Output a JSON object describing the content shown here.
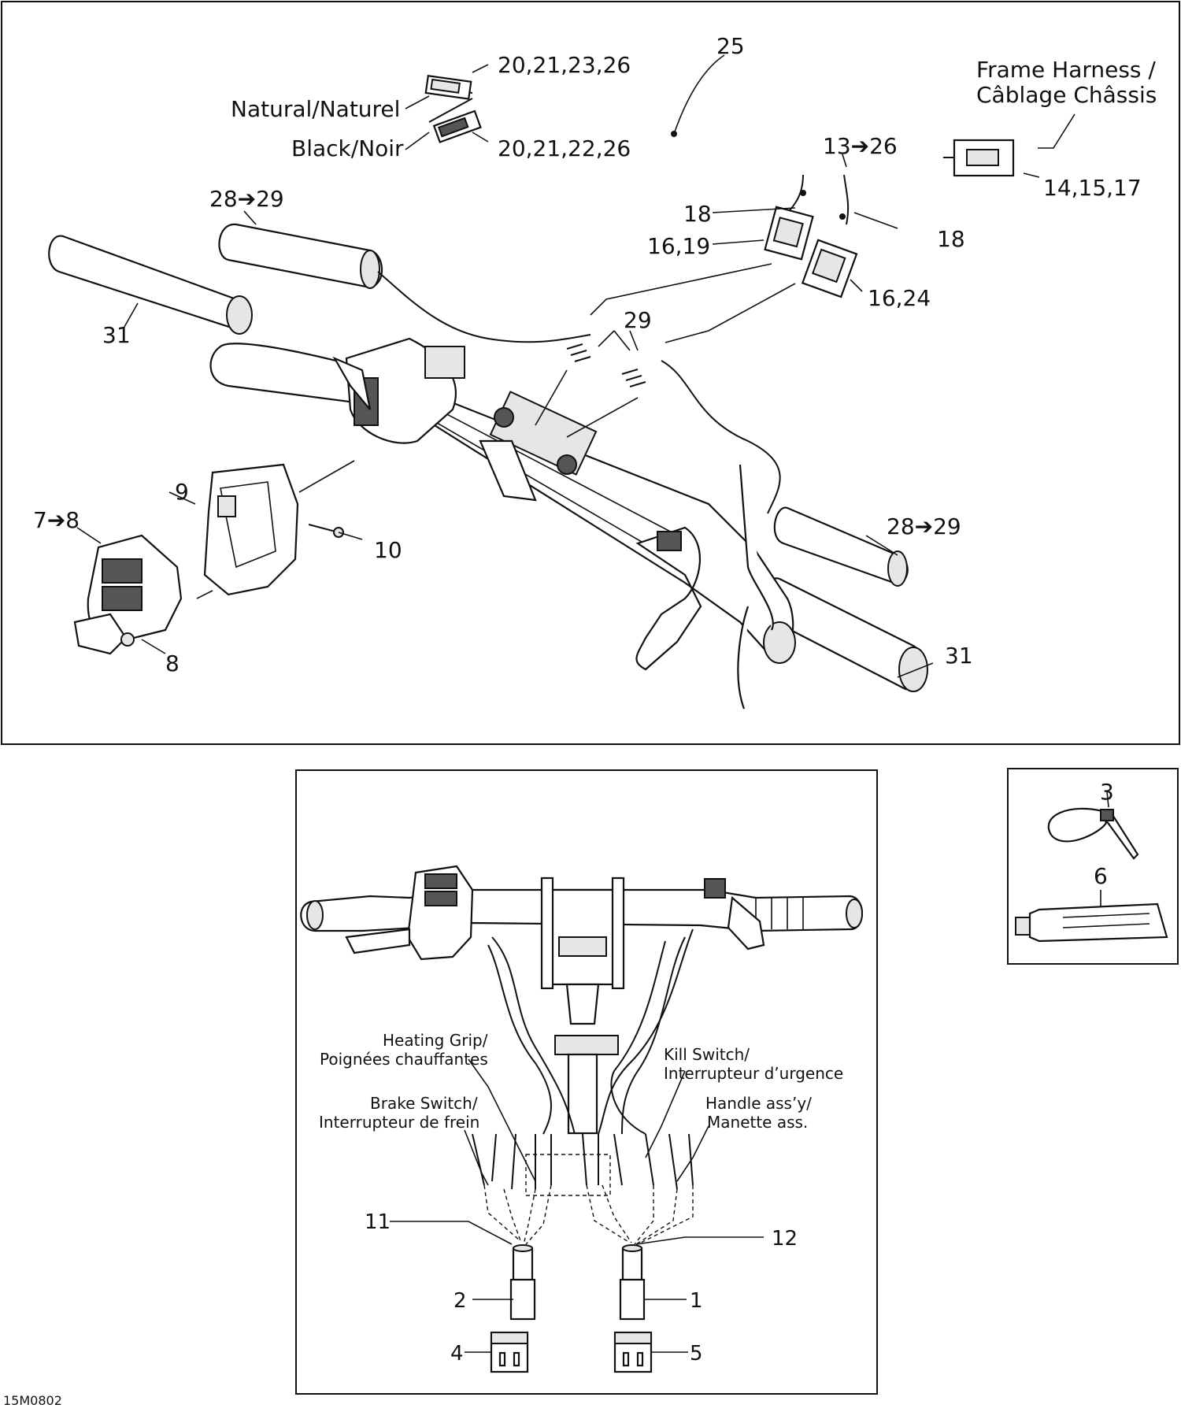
{
  "diagram_code": "15M0802",
  "callouts": {
    "c25": "25",
    "connectors_natural": "20,21,23,26",
    "connectors_black": "20,21,22,26",
    "natural": "Natural/Naturel",
    "black": "Black/Noir",
    "frame_harness_1": "Frame Harness /",
    "frame_harness_2": "Câblage Châssis",
    "c13_26": "13➔26",
    "c14_15_17": "14,15,17",
    "c18_left": "18",
    "c18_right": "18",
    "c16_19": "16,19",
    "c16_24": "16,24",
    "c28_29_left": "28➔29",
    "c28_29_right": "28➔29",
    "c29": "29",
    "c31_left": "31",
    "c31_right": "31",
    "c9": "9",
    "c7_8": "7➔8",
    "c10": "10",
    "c8": "8",
    "c3": "3",
    "c6": "6",
    "c11": "11",
    "c12": "12",
    "c2": "2",
    "c1": "1",
    "c4": "4",
    "c5": "5"
  },
  "inset_labels": {
    "heating_1": "Heating Grip/",
    "heating_2": "Poignées chauffantes",
    "kill_1": "Kill Switch/",
    "kill_2": "Interrupteur d’urgence",
    "brake_1": "Brake Switch/",
    "brake_2": "Interrupteur de frein",
    "handle_1": "Handle ass’y/",
    "handle_2": "Manette ass."
  }
}
